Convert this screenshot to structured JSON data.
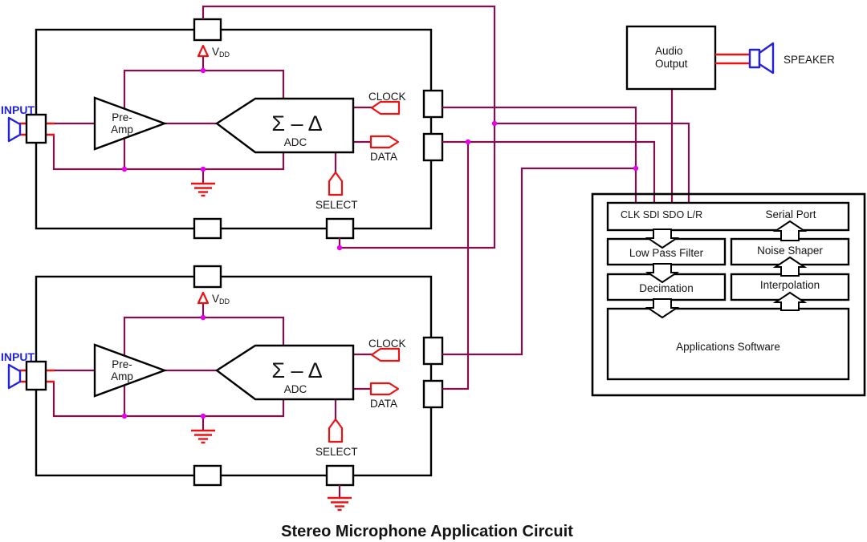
{
  "title": "Stereo Microphone Application Circuit",
  "mic_block": {
    "input_label": "INPUT",
    "preamp_line1": "Pre-",
    "preamp_line2": "Amp",
    "adc_symbol": "Σ – Δ",
    "adc_label": "ADC",
    "vdd_main": "V",
    "vdd_sub": "DD",
    "clock_label": "CLOCK",
    "data_label": "DATA",
    "select_label": "SELECT"
  },
  "audio_output": {
    "line1": "Audio",
    "line2": "Output"
  },
  "speaker_label": "SPEAKER",
  "dsp": {
    "serial_pins": "CLK SDI SDO L/R",
    "serial_port": "Serial Port",
    "low_pass_filter": "Low Pass Filter",
    "noise_shaper": "Noise Shaper",
    "decimation": "Decimation",
    "interpolation": "Interpolation",
    "applications_software": "Applications Software"
  },
  "colors": {
    "wire": "#82104F",
    "junction": "#E800E8",
    "red": "#EE1111",
    "blue": "#2222DD",
    "ink": "#000000"
  }
}
